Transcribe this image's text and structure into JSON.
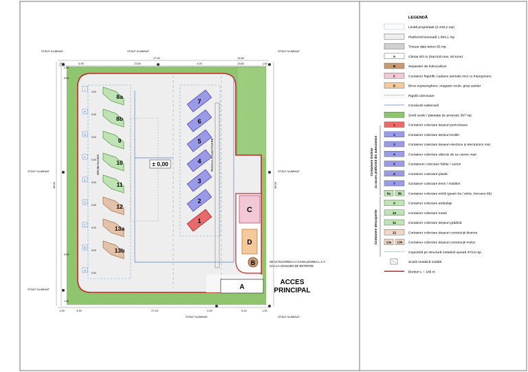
{
  "labels": {
    "stalp": "STÂLP ILUMINAT",
    "acces_line1": "ACCES",
    "acces_line2": "PRINCIPAL",
    "level": "± 0,00",
    "gate_a": "A",
    "sep_b": "B",
    "cont_c": "C",
    "cont_d": "D",
    "rigola": "RIGOLA COLECTOARE",
    "drum": "DRUM ACCES",
    "note_line1": "SE VA RACORDA LA CANALIZAREA L.A.T.",
    "note_line2": "SAU LA UN BAZIN DE RETENȚIE"
  },
  "slot_letters": [
    "I",
    "H",
    "G",
    "F",
    "E",
    "D",
    "C",
    "B",
    "A"
  ],
  "left_containers": [
    "8a",
    "8b",
    "9",
    "10",
    "11",
    "12",
    "13a",
    "13b"
  ],
  "right_containers": [
    "7",
    "6",
    "5",
    "4",
    "3",
    "2",
    "1"
  ],
  "dims": {
    "top": [
      "1.50",
      "6.90",
      "13.50",
      "4.00",
      "13.60",
      "1.50"
    ],
    "top_outer": [
      "27.40",
      "14.80"
    ],
    "bottom": [
      "1.50",
      "4.50",
      "27.40",
      "4.00",
      "6.40",
      "1.50"
    ],
    "left_side": [
      "1.50",
      "5.00",
      "5.00",
      "1.50"
    ],
    "left_total": "48.00",
    "right_total": "56.00",
    "side_small": [
      "4.00",
      "5.00",
      "5.00",
      "5.00",
      "5.00",
      "5.00",
      "5.00",
      "5.00",
      "5.00"
    ]
  },
  "legend": {
    "title": "LEGENDĂ",
    "items": [
      {
        "sym": "",
        "text": "Limită proprietate (2.419,2 mp)",
        "color": "#ffffff",
        "style": "dash"
      },
      {
        "sym": "",
        "text": "Platformă betonată 1.884,1 mp",
        "color": "#eeeeee",
        "style": "box"
      },
      {
        "sym": "",
        "text": "Trotuar dale beton 65 mp",
        "color": "#d0d0d0",
        "style": "box"
      },
      {
        "sym": "A",
        "text": "Cântar 8/3 m (Sarcină max. 50 tone)",
        "color": "#ffffff",
        "style": "box"
      },
      {
        "sym": "B",
        "text": "Separator de hidrocarburi",
        "color": "#c89a72",
        "style": "box"
      },
      {
        "sym": "C",
        "text": "Container frigorific cadavre animale mici cu împrejmuire",
        "color": "#f3c8d6",
        "style": "box"
      },
      {
        "sym": "D",
        "text": "Birou supraveghere, magazie scule, grup sanitar",
        "color": "#f6c99a",
        "style": "box"
      },
      {
        "sym": "",
        "text": "Rigolă colectoare",
        "color": "#ffffff",
        "style": "rigola"
      },
      {
        "sym": "",
        "text": "Conductă subterană",
        "color": "#ffffff",
        "style": "pipe"
      },
      {
        "sym": "",
        "text": "Zonă verde / plantație de protecție 397 mp",
        "color": "#8fc56f",
        "style": "green"
      },
      {
        "sym": "1",
        "text": "Container colectare deșeuri periculoase",
        "color": "#e86a6a",
        "style": "box"
      },
      {
        "sym": "2",
        "text": "Container colectare deșeuri textile",
        "color": "#9a9ae8",
        "style": "box"
      },
      {
        "sym": "3",
        "text": "Container colectare deșeuri electrice și electronice mici",
        "color": "#9a9ae8",
        "style": "box"
      },
      {
        "sym": "4",
        "text": "Container colectare obiecte de uz casnic mari",
        "color": "#9a9ae8",
        "style": "box"
      },
      {
        "sym": "5",
        "text": "Containere colectare hârtie / carton",
        "color": "#9a9ae8",
        "style": "box"
      },
      {
        "sym": "6",
        "text": "Container colectare plastic",
        "color": "#9a9ae8",
        "style": "box"
      },
      {
        "sym": "7",
        "text": "Container colectare lemn / mobilier",
        "color": "#9a9ae8",
        "style": "box"
      },
      {
        "sym": "8a|8b",
        "text": "Container colectare sticlă (geam 6a / sticle, borcane 6b)",
        "color": "#bfe3b4",
        "style": "pair"
      },
      {
        "sym": "9",
        "text": "Container colectare ambalaje",
        "color": "#bfe3b4",
        "style": "box"
      },
      {
        "sym": "10",
        "text": "Container colectare metal",
        "color": "#bfe3b4",
        "style": "box"
      },
      {
        "sym": "11",
        "text": "Container colectare deșeuri grădină",
        "color": "#bfe3b4",
        "style": "box"
      },
      {
        "sym": "12",
        "text": "Container colectare deșeuri construcții diverse",
        "color": "#f2d8c4",
        "style": "box"
      },
      {
        "sym": "13a|13b",
        "text": "Container colectare deșeuri construcții moloz",
        "color": "#f2d8c4",
        "style": "pair"
      },
      {
        "sym": "",
        "text": "Copertină pe structură metalică ușoară 373,5 mp",
        "color": "#ffffff",
        "style": "canopy"
      },
      {
        "sym": "",
        "text": "Scară metalică mobilă",
        "color": "#ffffff",
        "style": "stair"
      },
      {
        "sym": "",
        "text": "Borduri L = 186 m",
        "color": "#ffffff",
        "style": "curb"
      }
    ],
    "group_closed_line1": "Containere închise",
    "group_closed_line2": "cu acces platformă din autocamion",
    "group_open": "Containere descoperite"
  },
  "colors": {
    "green": "#8fc56f",
    "red": "#cc2222",
    "blue_container": "#9a9ae8",
    "green_container": "#bfe3b4",
    "tan_container": "#e2c2a8",
    "red_container": "#e86a6a",
    "platform": "#eeeeee"
  }
}
